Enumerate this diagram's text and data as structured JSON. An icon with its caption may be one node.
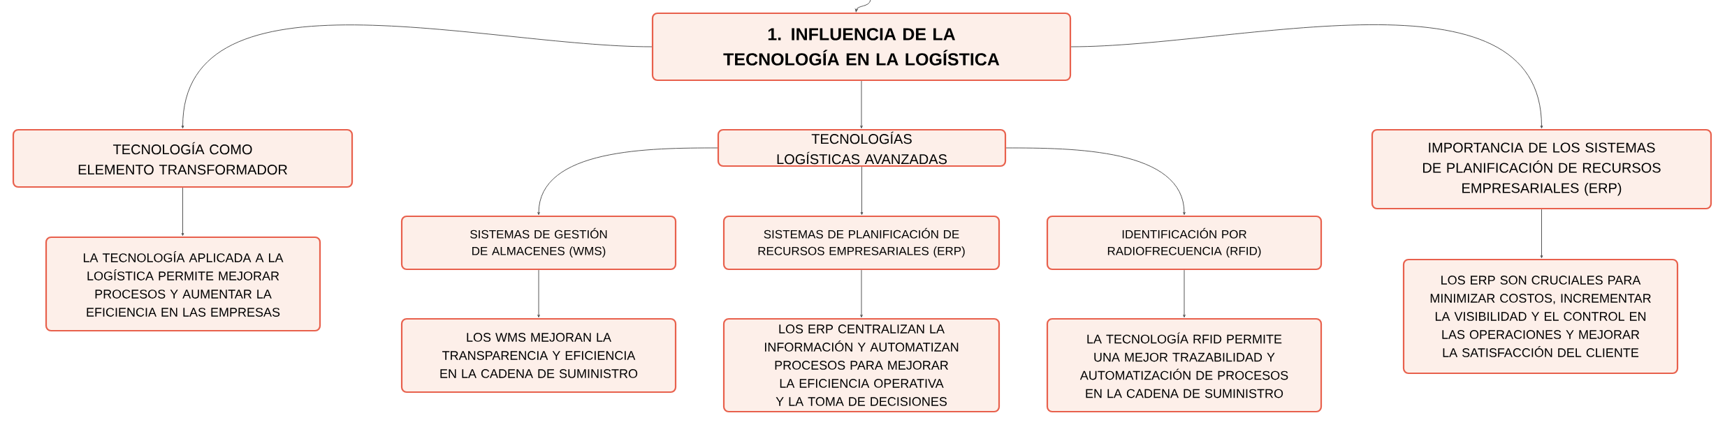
{
  "diagram": {
    "nodes": [
      {
        "text": [
          "1. INFLUENCIA DE LA TECNOLOGÍA EN LA LOGÍSTICA"
        ]
      },
      {
        "text": [
          "TECNOLOGÍA COMO ELEMENTO TRANSFORMADOR"
        ]
      },
      {
        "text": [
          "LA TECNOLOGÍA APLICADA A LA LOGÍSTICA PERMITE MEJORAR PROCESOS Y AUMENTAR LA EFICIENCIA EN LAS EMPRESAS"
        ]
      },
      {
        "text": [
          "TECNOLOGÍAS LOGÍSTICAS AVANZADAS"
        ]
      },
      {
        "text": [
          "SISTEMAS DE GESTIÓN DE ALMACENES (WMS)"
        ]
      },
      {
        "text": [
          "LOS WMS MEJORAN LA TRANSPARENCIA Y EFICIENCIA EN LA CADENA DE SUMINISTRO"
        ]
      },
      {
        "text": [
          "SISTEMAS DE PLANIFICACIÓN DE RECURSOS EMPRESARIALES (ERP)"
        ]
      },
      {
        "text": [
          "LOS ERP CENTRALIZAN LA INFORMACIÓN Y AUTOMATIZAN PROCESOS PARA MEJORAR LA EFICIENCIA OPERATIVA Y LA TOMA DE DECISIONES"
        ]
      },
      {
        "text": [
          "IDENTIFICACIÓN POR RADIOFRECUENCIA (RFID)"
        ]
      },
      {
        "text": [
          "LA TECNOLOGÍA RFID PERMITE UNA MEJOR TRAZABILIDAD Y AUTOMATIZACIÓN DE PROCESOS EN LA CADENA DE SUMINISTRO"
        ]
      },
      {
        "text": [
          "IMPORTANCIA DE LOS SISTEMAS DE PLANIFICACIÓN DE RECURSOS EMPRESARIALES (ERP)"
        ]
      },
      {
        "text": [
          "LOS ERP SON CRUCIALES PARA MINIMIZAR COSTOS, INCREMENTAR LA VISIBILIDAD Y EL CONTROL EN LAS OPERACIONES Y MEJORAR LA SATISFACCIÓN DEL CLIENTE"
        ]
      }
    ],
    "edges": [
      {
        "from": null,
        "to": 0,
        "arrow": "to"
      },
      {
        "from": 0,
        "to": 1,
        "arrow": "to"
      },
      {
        "from": 0,
        "to": 3,
        "arrow": "to"
      },
      {
        "from": 0,
        "to": 10,
        "arrow": "to"
      },
      {
        "from": 1,
        "to": 2,
        "arrow": "to"
      },
      {
        "from": 3,
        "to": 4,
        "arrow": "to"
      },
      {
        "from": 3,
        "to": 6,
        "arrow": "to"
      },
      {
        "from": 3,
        "to": 8,
        "arrow": "to"
      },
      {
        "from": 4,
        "to": 5,
        "arrow": "to"
      },
      {
        "from": 6,
        "to": 7,
        "arrow": "to"
      },
      {
        "from": 8,
        "to": 9,
        "arrow": "to"
      },
      {
        "from": 10,
        "to": 11,
        "arrow": "to"
      }
    ]
  }
}
